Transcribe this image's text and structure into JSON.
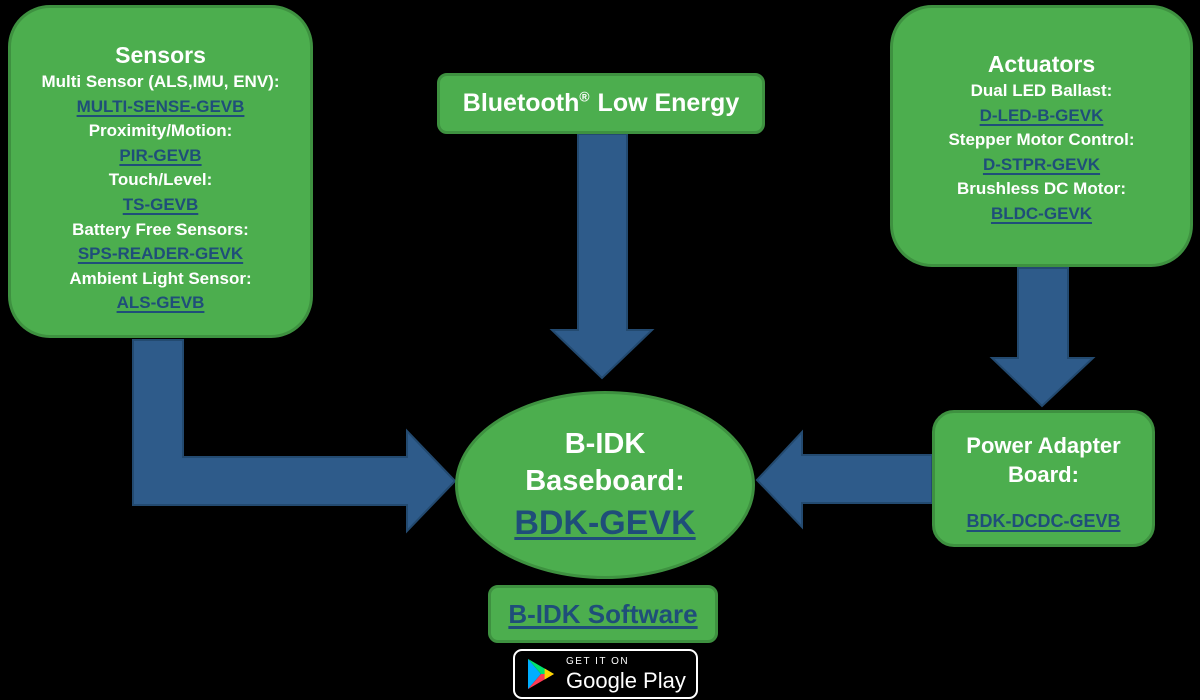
{
  "palette": {
    "node_fill": "#4CAE4E",
    "node_border": "#3E9140",
    "arrow_fill": "#2E5B8A",
    "arrow_border": "#234A70",
    "link_color": "#1F4E79",
    "text_color": "#FFFFFF"
  },
  "sensors": {
    "title": "Sensors",
    "items": [
      {
        "label": "Multi Sensor (ALS,IMU, ENV):",
        "link": "MULTI-SENSE-GEVB"
      },
      {
        "label": "Proximity/Motion:",
        "link": "PIR-GEVB"
      },
      {
        "label": "Touch/Level:",
        "link": "TS-GEVB"
      },
      {
        "label": "Battery Free Sensors:",
        "link": "SPS-READER-GEVK"
      },
      {
        "label": "Ambient Light Sensor:",
        "link": "ALS-GEVB"
      }
    ]
  },
  "bluetooth": {
    "brand": "Bluetooth",
    "reg_mark": "®",
    "suffix": "Low Energy"
  },
  "actuators": {
    "title": "Actuators",
    "items": [
      {
        "label": "Dual LED Ballast:",
        "link": "D-LED-B-GEVK"
      },
      {
        "label": "Stepper Motor Control:",
        "link": "D-STPR-GEVK"
      },
      {
        "label": "Brushless DC Motor:",
        "link": "BLDC-GEVK"
      }
    ]
  },
  "baseboard": {
    "title_line1": "B-IDK",
    "title_line2": "Baseboard:",
    "link": "BDK-GEVK"
  },
  "power_adapter": {
    "title": "Power Adapter Board:",
    "link": "BDK-DCDC-GEVB"
  },
  "software": {
    "link": "B-IDK Software"
  },
  "google_play": {
    "tagline": "GET IT ON",
    "store_name": "Google Play",
    "icon_colors": {
      "blue": "#00AEFF",
      "green": "#00E36E",
      "yellow": "#FFD400",
      "red": "#FF3A55"
    }
  }
}
